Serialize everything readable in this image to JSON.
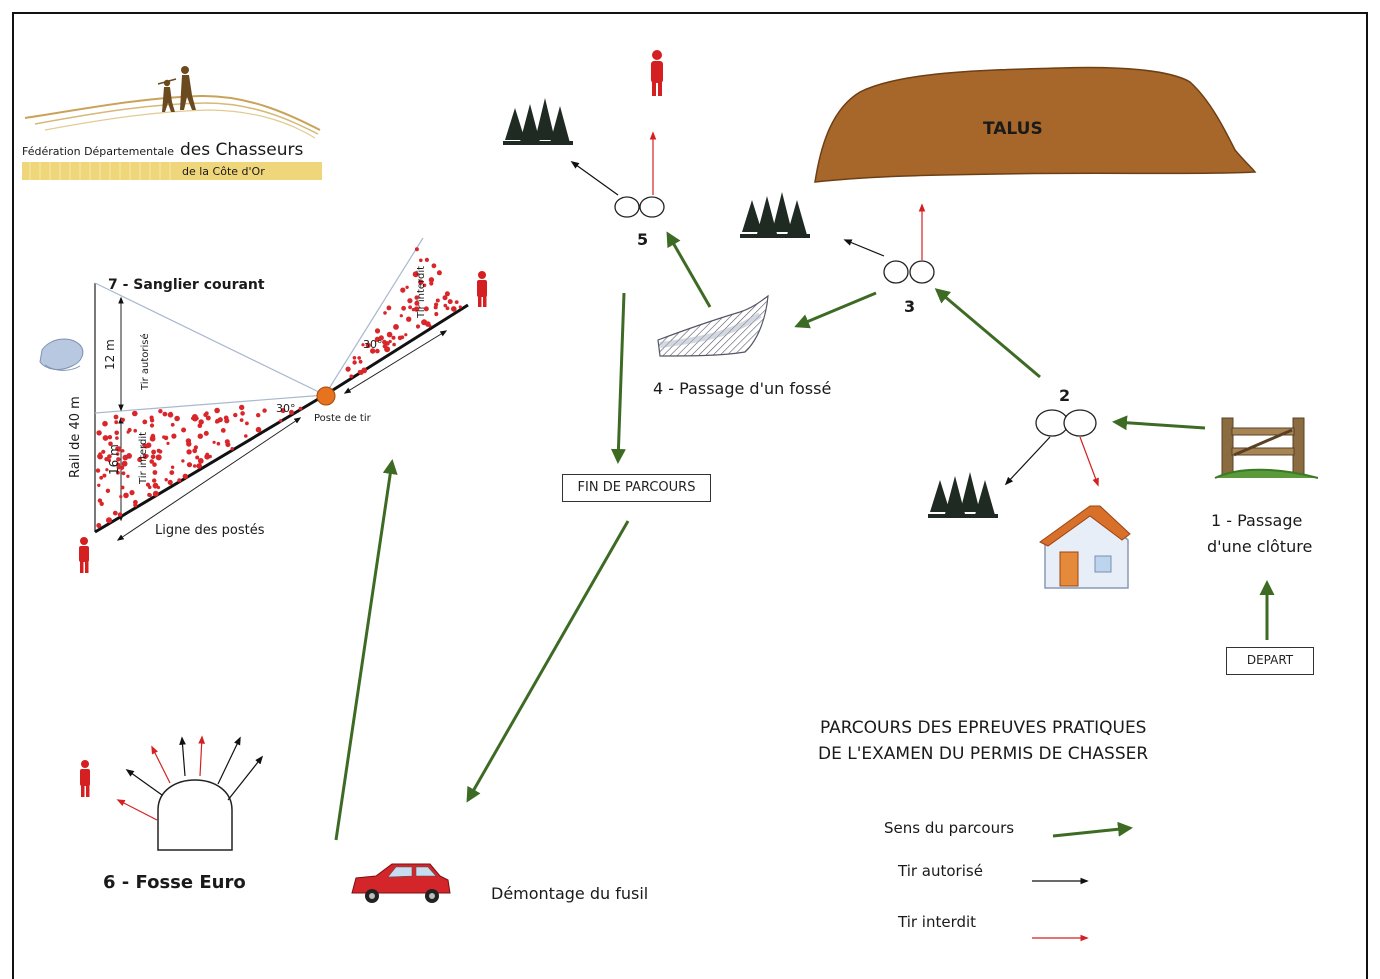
{
  "logo": {
    "line1_small": "Fédération Départementale",
    "line1_large": "des Chasseurs",
    "line2": "de la Côte d'Or"
  },
  "title": {
    "line1": "PARCOURS DES EPREUVES PRATIQUES",
    "line2": "DE L'EXAMEN DU PERMIS DE CHASSER"
  },
  "boxes": {
    "fin": "FIN DE PARCOURS",
    "depart": "DEPART"
  },
  "stations": {
    "s1_line1": "1 - Passage",
    "s1_line2": "d'une clôture",
    "s2": "2",
    "s3": "3",
    "s4": "4 - Passage d'un fossé",
    "s5": "5",
    "s6": "6 - Fosse Euro",
    "s7": "7 - Sanglier courant"
  },
  "talus": "TALUS",
  "demontage": "Démontage du fusil",
  "sanglier": {
    "tir_autorise": "Tir autorisé",
    "tir_interdit_low": "Tir interdit",
    "tir_interdit_high": "Tir interdit",
    "d12": "12 m",
    "d16": "16 m",
    "rail": "Rail de 40 m",
    "angle_low": "30°",
    "angle_high": "30°",
    "poste": "Poste de tir",
    "ligne": "Ligne des postés"
  },
  "legend": {
    "sens": "Sens du parcours",
    "autorise": "Tir autorisé",
    "interdit": "Tir interdit"
  },
  "colors": {
    "path_arrow": "#3d6b24",
    "forbidden": "#d42020",
    "allowed": "#111111",
    "talus": "#a8672a",
    "dots": "#d9262b",
    "poste": "#e8731e"
  }
}
